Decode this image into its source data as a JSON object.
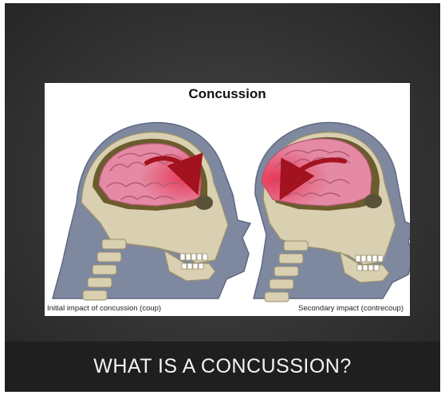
{
  "illustration": {
    "title": "Concussion",
    "caption_left": "Initial impact of concussion (coup)",
    "caption_right": "Secondary impact (contrecoup)"
  },
  "banner": {
    "text": "WHAT IS A CONCUSSION?"
  },
  "icons": {
    "left_head": "head-silhouette-coup",
    "right_head": "head-silhouette-contrecoup"
  },
  "colors": {
    "frame": "#2b2b2b",
    "banner": "#1f1f1f",
    "brain": "#e58aa4",
    "impact": "#e23a55",
    "skull": "#d8ceb0",
    "skin": "#7e889f",
    "arrow": "#a3121f"
  }
}
